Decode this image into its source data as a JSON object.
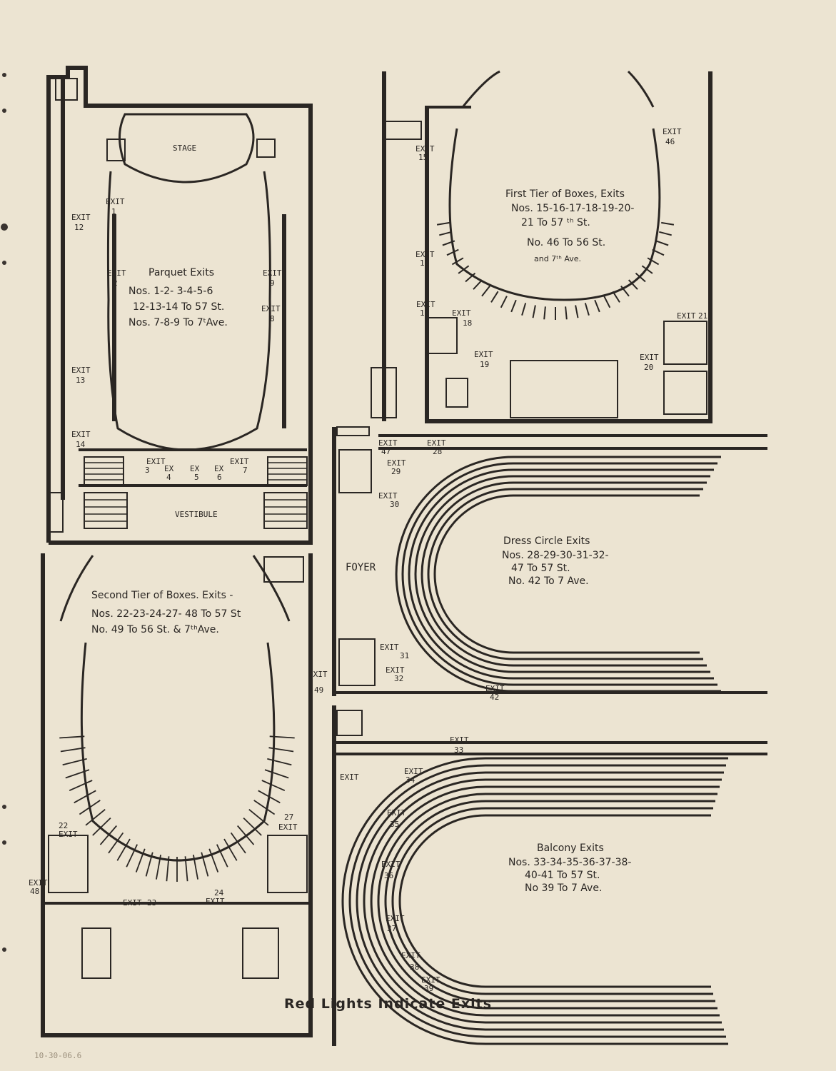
{
  "parquet": {
    "stage_label": "STAGE",
    "vestibule_label": "VESTIBULE",
    "title": "Parquet Exits",
    "line1": "Nos. 1-2- 3-4-5-6",
    "line2": "12-13-14 To 57 St.",
    "line3": "Nos. 7-8-9 To 7ᵗAve.",
    "exits": [
      {
        "label": "EXIT",
        "num": "1"
      },
      {
        "label": "EXIT",
        "num": "2"
      },
      {
        "label": "EXIT",
        "num": "3"
      },
      {
        "label": "EX",
        "num": "4"
      },
      {
        "label": "EX",
        "num": "5"
      },
      {
        "label": "EX",
        "num": "6"
      },
      {
        "label": "EXIT",
        "num": "7"
      },
      {
        "label": "EXIT",
        "num": "8"
      },
      {
        "label": "EXIT",
        "num": "9"
      },
      {
        "label": "EXIT",
        "num": "12"
      },
      {
        "label": "EXIT",
        "num": "13"
      },
      {
        "label": "EXIT",
        "num": "14"
      }
    ]
  },
  "first_tier": {
    "title": "First Tier of Boxes, Exits",
    "line1": "Nos. 15-16-17-18-19-20-",
    "line2": "21 To 57 ᵗʰ St.",
    "line3": "No. 46 To 56 St.",
    "line4": "and 7ᵗʰ Ave.",
    "exits": [
      {
        "label": "EXIT",
        "num": "15"
      },
      {
        "label": "EXIT",
        "num": "16"
      },
      {
        "label": "EXIT",
        "num": "17"
      },
      {
        "label": "EXIT",
        "num": "18"
      },
      {
        "label": "EXIT",
        "num": "19"
      },
      {
        "label": "EXIT",
        "num": "20"
      },
      {
        "label": "EXIT",
        "num": "21"
      },
      {
        "label": "EXIT",
        "num": "46"
      }
    ]
  },
  "dress_circle": {
    "foyer_label": "FOYER",
    "title": "Dress Circle Exits",
    "line1": "Nos. 28-29-30-31-32-",
    "line2": "47 To 57 St.",
    "line3": "No. 42 To 7 Ave.",
    "exits": [
      {
        "label": "EXIT",
        "num": "47"
      },
      {
        "label": "EXIT",
        "num": "28"
      },
      {
        "label": "EXIT",
        "num": "29"
      },
      {
        "label": "EXIT",
        "num": "30"
      },
      {
        "label": "EXIT",
        "num": "31"
      },
      {
        "label": "EXIT",
        "num": "32"
      },
      {
        "label": "EXIT",
        "num": "42"
      }
    ]
  },
  "second_tier": {
    "title": "Second Tier of Boxes. Exits -",
    "line1": "Nos. 22-23-24-27- 48 To 57 St",
    "line2": "No. 49 To 56 St. & 7ᵗʰAve.",
    "exits": [
      {
        "label": "EXIT",
        "num": "22"
      },
      {
        "label": "EXIT",
        "num": "23"
      },
      {
        "label": "EXIT",
        "num": "24"
      },
      {
        "label": "EXIT",
        "num": "27"
      },
      {
        "label": "EXIT",
        "num": "48"
      },
      {
        "label": "EXIT",
        "num": "49"
      }
    ]
  },
  "balcony": {
    "title": "Balcony Exits",
    "line1": "Nos. 33-34-35-36-37-38-",
    "line2": "40-41 To 57 St.",
    "line3": "No 39 To 7 Ave.",
    "exits": [
      {
        "label": "EXIT",
        "num": "33"
      },
      {
        "label": "EXIT",
        "num": "34"
      },
      {
        "label": "EXIT",
        "num": "35"
      },
      {
        "label": "EXIT",
        "num": "36"
      },
      {
        "label": "EXIT",
        "num": "37"
      },
      {
        "label": "EXIT",
        "num": "38"
      },
      {
        "label": "EXIT",
        "num": "39"
      },
      {
        "label": "EXIT",
        "num": ""
      }
    ]
  },
  "caption": "Red Lights Indicate Exits",
  "margin_note": "10-30-06.6",
  "colors": {
    "paper": "#ece4d2",
    "ink": "#2a2623"
  }
}
